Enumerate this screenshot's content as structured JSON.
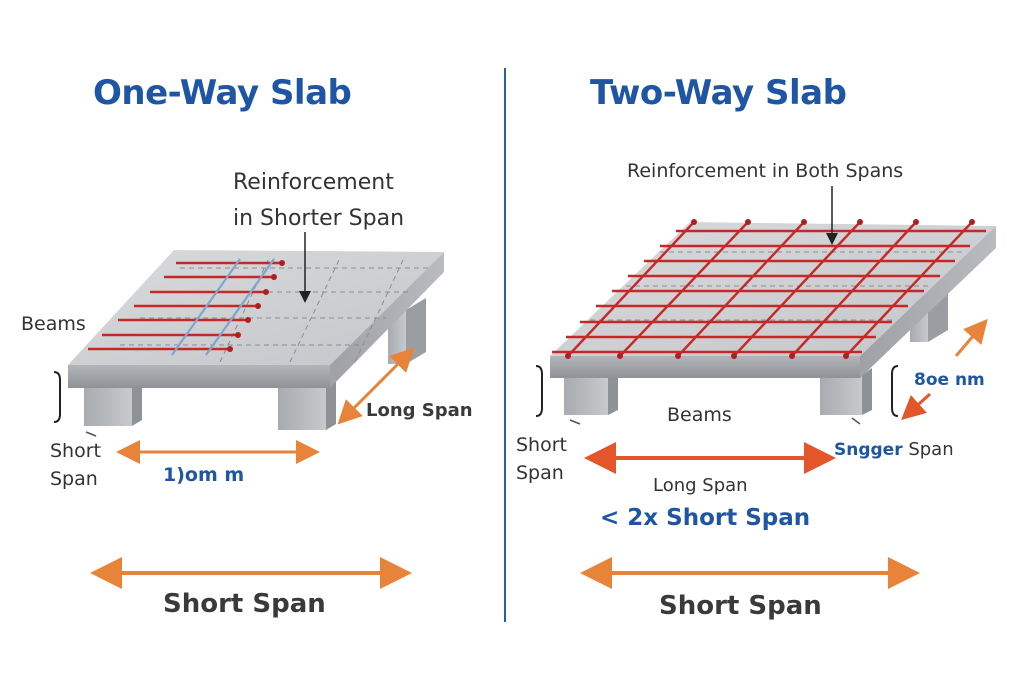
{
  "left": {
    "title": "One-Way Slab",
    "reinforcement_line1": "Reinforcement",
    "reinforcement_line2": "in Shorter Span",
    "beams": "Beams",
    "short_span_line1": "Short",
    "short_span_line2": "Span",
    "long_span": "Long Span",
    "dimension": "1)om m",
    "bottom_label": "Short Span"
  },
  "right": {
    "title": "Two-Way Slab",
    "reinforcement": "Reinforcement in Both Spans",
    "beams": "Beams",
    "short_span_line1": "Short",
    "short_span_line2": "Span",
    "dimension": "8oe nm",
    "side_span_bold": "Sngger",
    "side_span_rest": " Span",
    "long_span": "Long Span",
    "ratio": "< 2x Short Span",
    "bottom_label": "Short Span"
  },
  "colors": {
    "title_blue": "#1f56a3",
    "rebar_red": "#c62828",
    "arrow_orange": "#e8833a",
    "divider_blue": "#2a5daa"
  }
}
